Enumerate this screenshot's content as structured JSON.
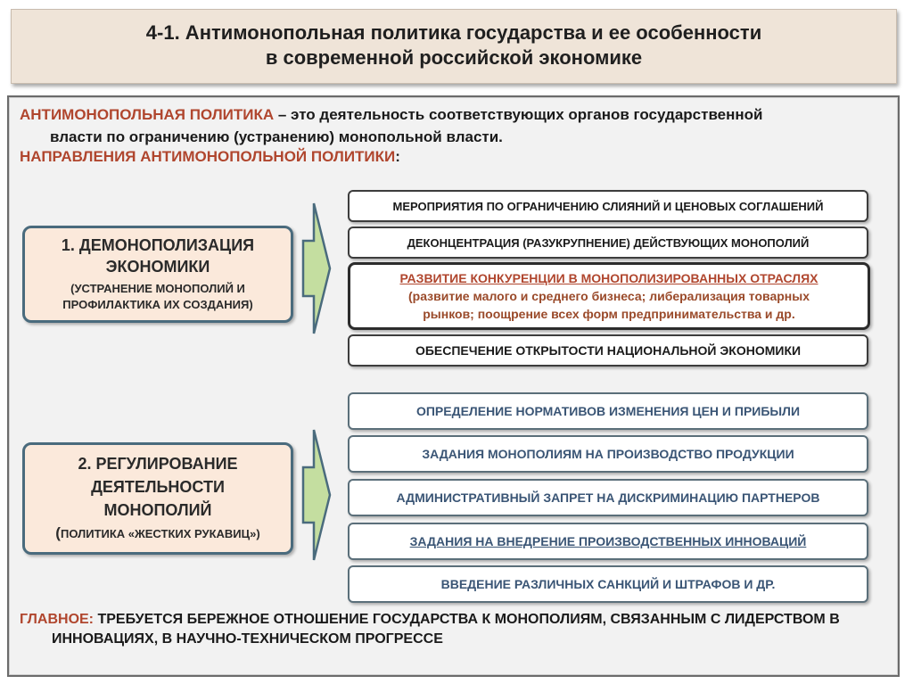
{
  "header": {
    "line1": "4-1. Антимонопольная политика государства и ее особенности",
    "line2": "в современной российской экономике"
  },
  "definition": {
    "term": "АНТИМОНОПОЛЬНАЯ ПОЛИТИКА",
    "text_line1": " – это деятельность соответствующих органов государственной",
    "text_line2": "власти по ограничению (устранению) монопольной власти."
  },
  "directions_title": "НАПРАВЛЕНИЯ АНТИМОНОПОЛЬНОЙ ПОЛИТИКИ",
  "directions_colon": ":",
  "direction1": {
    "line1": "1. ДЕМОНОПОЛИЗАЦИЯ",
    "line2": "ЭКОНОМИКИ",
    "sub_line1": "(УСТРАНЕНИЕ МОНОПОЛИЙ И",
    "sub_line2": "ПРОФИЛАКТИКА ИХ СОЗДАНИЯ)"
  },
  "direction2": {
    "line1": "2. РЕГУЛИРОВАНИЕ",
    "line2": "ДЕЯТЕЛЬНОСТИ",
    "line3": "МОНОПОЛИЙ",
    "sub_open": "(",
    "sub_text": "ПОЛИТИКА «ЖЕСТКИХ РУКАВИЦ»)"
  },
  "group1": {
    "item1": "МЕРОПРИЯТИЯ ПО ОГРАНИЧЕНИЮ СЛИЯНИЙ И ЦЕНОВЫХ СОГЛАШЕНИЙ",
    "item2": "ДЕКОНЦЕНТРАЦИЯ (РАЗУКРУПНЕНИЕ) ДЕЙСТВУЮЩИХ МОНОПОЛИЙ",
    "item3_title": "РАЗВИТИЕ КОНКУРЕНЦИИ В МОНОПОЛИЗИРОВАННЫХ ОТРАСЛЯХ",
    "item3_sub1": "(развитие малого и среднего бизнеса; либерализация товарных",
    "item3_sub2": "рынков; поощрение всех форм предпринимательства и др.",
    "item4": "ОБЕСПЕЧЕНИЕ ОТКРЫТОСТИ НАЦИОНАЛЬНОЙ ЭКОНОМИКИ"
  },
  "group2": {
    "item1": "ОПРЕДЕЛЕНИЕ НОРМАТИВОВ ИЗМЕНЕНИЯ ЦЕН И ПРИБЫЛИ",
    "item2": "ЗАДАНИЯ МОНОПОЛИЯМ НА ПРОИЗВОДСТВО ПРОДУКЦИИ",
    "item3": "АДМИНИСТРАТИВНЫЙ ЗАПРЕТ НА ДИСКРИМИНАЦИЮ ПАРТНЕРОВ",
    "item4": "ЗАДАНИЯ НА ВНЕДРЕНИЕ ПРОИЗВОДСТВЕННЫХ ИННОВАЦИЙ",
    "item5": "ВВЕДЕНИЕ РАЗЛИЧНЫХ САНКЦИЙ И ШТРАФОВ И ДР."
  },
  "conclusion": {
    "label": "ГЛАВНОЕ:",
    "line1": " ТРЕБУЕТСЯ БЕРЕЖНОЕ ОТНОШЕНИЕ ГОСУДАРСТВА К МОНОПОЛИЯМ, СВЯЗАННЫМ С ЛИДЕРСТВОМ В",
    "line2": "ИННОВАЦИЯХ, В НАУЧНО-ТЕХНИЧЕСКОМ ПРОГРЕССЕ"
  },
  "colors": {
    "accent": "#b0462e",
    "header_bg": "#efe4d8",
    "left_box_bg": "#fbe9db",
    "left_box_border": "#4a6b7d",
    "arrow_fill": "#c4dea0",
    "blue_text": "#3a5575"
  }
}
